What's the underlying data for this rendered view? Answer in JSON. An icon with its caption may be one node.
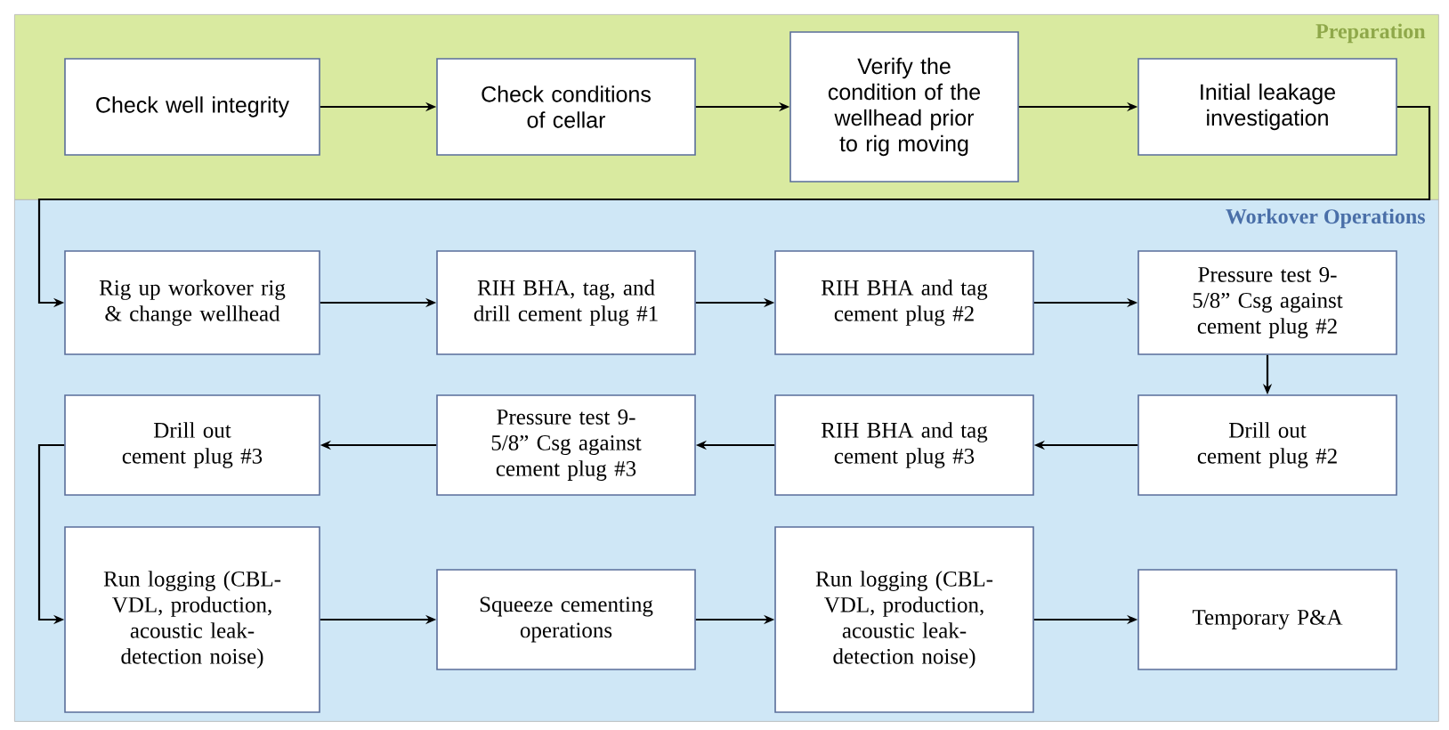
{
  "diagram": {
    "nodes": [
      {
        "text": [
          "Preparation"
        ]
      },
      {
        "text": [
          "Workover Operations"
        ]
      },
      {
        "text": [
          "Check well integrity"
        ],
        "in": 0
      },
      {
        "text": [
          "Check conditions of cellar"
        ],
        "in": 0
      },
      {
        "text": [
          "Verify the condition of the wellhead prior to rig moving"
        ],
        "in": 0
      },
      {
        "text": [
          "Initial leakage investigation"
        ],
        "in": 0
      },
      {
        "text": [
          "Rig up workover rig & change wellhead"
        ],
        "in": 1
      },
      {
        "text": [
          "RIH BHA, tag, and drill cement plug #1"
        ],
        "in": 1
      },
      {
        "text": [
          "RIH BHA and tag cement plug #2"
        ],
        "in": 1
      },
      {
        "text": [
          "Pressure test 9-5/8” Csg against cement plug #2"
        ],
        "in": 1
      },
      {
        "text": [
          "Drill out cement plug #3"
        ],
        "in": 1
      },
      {
        "text": [
          "Pressure test 9-5/8” Csg against cement plug #3"
        ],
        "in": 1
      },
      {
        "text": [
          "RIH BHA and tag cement plug #3"
        ],
        "in": 1
      },
      {
        "text": [
          "Drill out cement plug #2"
        ],
        "in": 1
      },
      {
        "text": [
          "Run logging (CBL-VDL, production, acoustic leak-detection noise)"
        ],
        "in": 1
      },
      {
        "text": [
          "Squeeze cementing operations"
        ],
        "in": 1
      },
      {
        "text": [
          "Run logging (CBL-VDL, production, acoustic leak-detection noise)"
        ],
        "in": 1
      },
      {
        "text": [
          "Temporary P&A"
        ],
        "in": 1
      }
    ],
    "edges": [
      {
        "from": 2,
        "to": 3,
        "arrow": "to"
      },
      {
        "from": 3,
        "to": 4,
        "arrow": "to"
      },
      {
        "from": 4,
        "to": 5,
        "arrow": "to"
      },
      {
        "from": 5,
        "to": 6,
        "arrow": "to"
      },
      {
        "from": 6,
        "to": 7,
        "arrow": "to"
      },
      {
        "from": 7,
        "to": 8,
        "arrow": "to"
      },
      {
        "from": 8,
        "to": 9,
        "arrow": "to"
      },
      {
        "from": 9,
        "to": 13,
        "arrow": "to"
      },
      {
        "from": 13,
        "to": 12,
        "arrow": "to"
      },
      {
        "from": 12,
        "to": 11,
        "arrow": "to"
      },
      {
        "from": 11,
        "to": 10,
        "arrow": "to"
      },
      {
        "from": 10,
        "to": 14,
        "arrow": "to"
      },
      {
        "from": 14,
        "to": 15,
        "arrow": "to"
      },
      {
        "from": 15,
        "to": 16,
        "arrow": "to"
      },
      {
        "from": 16,
        "to": 17,
        "arrow": "to"
      }
    ]
  }
}
